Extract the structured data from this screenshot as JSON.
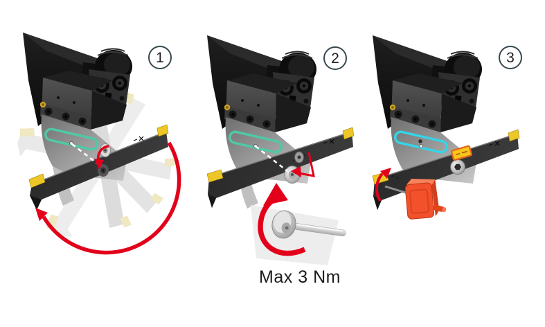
{
  "figure": {
    "type": "instruction-diagram",
    "subject": "blade-mounting-on-tool-holder",
    "torque_label": "Max 3 Nm",
    "steps": [
      {
        "step_label": "1",
        "icons": [
          "ghost-blade-positions",
          "pivot-turn-arrow-icon",
          "rotation-arc-arrow-icon",
          "alignment-dashed-line",
          "tool-holder",
          "blade"
        ]
      },
      {
        "step_label": "2",
        "caption": "Max 3 Nm",
        "icons": [
          "alignment-dashed-line",
          "tighten-pointer-arrow-icon",
          "torque-screw-icon",
          "torque-rotation-arrow-icon",
          "tool-holder",
          "blade"
        ]
      },
      {
        "step_label": "3",
        "icons": [
          "release-arrow-icon",
          "blade-key-icon",
          "hex-screw-icon",
          "torque-warning-tag-icon",
          "tool-holder",
          "blade"
        ]
      }
    ],
    "colors": {
      "background": "#ffffff",
      "accent_red": "#e2001a",
      "seal_ring_teal": "#4fc9a5",
      "seal_ring_cyan": "#35d4e6",
      "insert_yellow": "#edc727",
      "key_orange": "#f2512b",
      "holder_black": "#1a1a1a",
      "blade_gray": "#2d2d2d",
      "shank_gray": "#9a9a9a"
    }
  }
}
